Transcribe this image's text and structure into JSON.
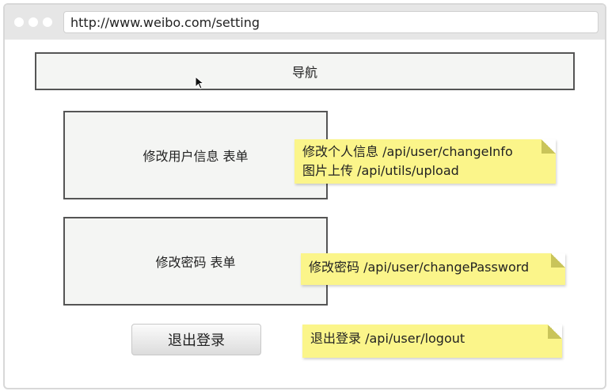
{
  "browser": {
    "url": "http://www.weibo.com/setting"
  },
  "page": {
    "nav_label": "导航",
    "user_info_form_label": "修改用户信息 表单",
    "password_form_label": "修改密码 表单",
    "logout_button_label": "退出登录"
  },
  "notes": {
    "user_info": {
      "line1": "修改个人信息 /api/user/changeInfo",
      "line2": "图片上传   /api/utils/upload"
    },
    "password": {
      "line1": "修改密码 /api/user/changePassword"
    },
    "logout": {
      "line1": "退出登录 /api/user/logout"
    }
  },
  "colors": {
    "note_bg": "#fbf58a",
    "box_bg": "#f4f5f3",
    "chrome_bg": "#e6e6e6"
  },
  "icons": [
    "window-dot-icon",
    "mouse-cursor-icon",
    "note-fold-icon"
  ]
}
